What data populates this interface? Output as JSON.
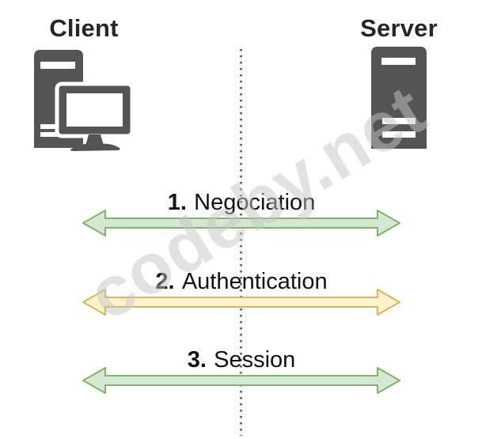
{
  "diagram": {
    "client_title": "Client",
    "server_title": "Server",
    "watermark": "codeby.net",
    "steps": [
      {
        "number": "1.",
        "label": "Negociation",
        "color": "green"
      },
      {
        "number": "2.",
        "label": "Authentication",
        "color": "yellow"
      },
      {
        "number": "3.",
        "label": "Session",
        "color": "green"
      }
    ],
    "colors": {
      "green_fill": "#d5e8d4",
      "green_stroke": "#82b366",
      "yellow_fill": "#fff2cc",
      "yellow_stroke": "#d6b656",
      "icon": "#545454",
      "text": "#111111"
    }
  }
}
